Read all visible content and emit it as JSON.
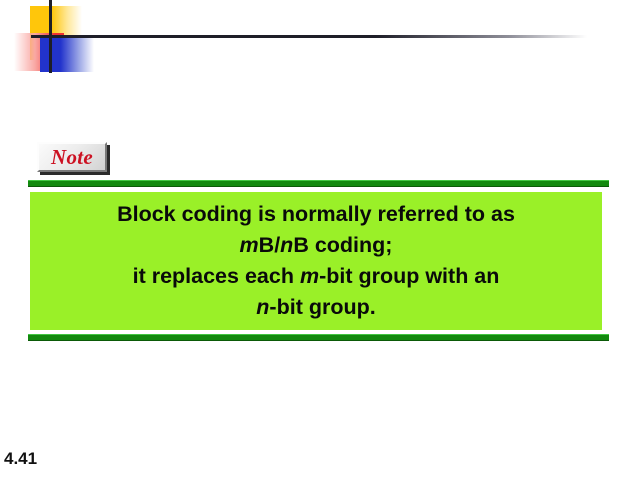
{
  "slide": {
    "page_number": "4.41",
    "note_tab": {
      "label": "Note"
    },
    "callout": {
      "lines": [
        {
          "id": "line-1",
          "text": "Block coding is normally referred to as"
        },
        {
          "id": "line-2",
          "text": "mB/nB coding;"
        },
        {
          "id": "line-3",
          "text": "it replaces each m-bit group with an"
        },
        {
          "id": "line-4",
          "text": "n-bit group."
        }
      ],
      "line_1_plain": "Block coding is normally referred to as",
      "line_2_prefix_italic": "m",
      "line_2_mid": "B/",
      "line_2_second_italic": "n",
      "line_2_suffix": "B coding;",
      "line_3_prefix": "it replaces each ",
      "line_3_italic": "m",
      "line_3_suffix": "-bit group with an",
      "line_4_italic": "n",
      "line_4_suffix": "-bit group."
    },
    "colors": {
      "callout_fill": "#9AF028",
      "callout_bar": "#13890F",
      "note_text": "#CC1122",
      "body_text": "#0A0A0A",
      "deco_yellow": "#FFC60B",
      "deco_red": "#F03030",
      "deco_blue": "#2233CC",
      "deco_line": "#1E1E28",
      "background": "#FFFFFF"
    },
    "decoration": {
      "yellow_square": "yellow-square",
      "red_square": "red-square",
      "blue_square": "blue-square",
      "vertical_rule": "vertical-rule",
      "horizontal_rule": "horizontal-rule"
    }
  }
}
